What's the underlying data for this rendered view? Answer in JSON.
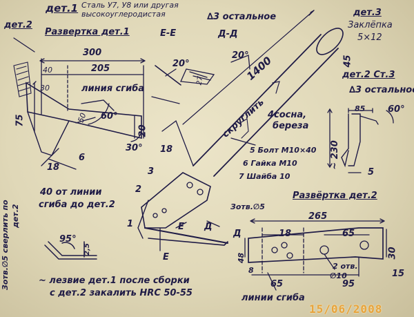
{
  "header": {
    "part1_title": "дет.1",
    "part1_material_a": "Сталь У7, У8 или другая",
    "part1_material_b": "высокоуглеродистая",
    "part2_label_left": "дет.2",
    "blank1_title": "Развертка дет.1",
    "section_ee": "Е-Е",
    "surface_note": "∆3 остальное",
    "section_dd": "Д-Д",
    "part3_title": "дет.3",
    "part3_name": "Заклёпка",
    "part3_size": "5×12",
    "part2_title": "дет.2 Ст.3",
    "part2_surface": "∆3 остальное"
  },
  "blank1": {
    "dim_300": "300",
    "dim_205": "205",
    "dim_40": "40",
    "dim_30": "30",
    "dim_75": "75",
    "dim_20": "20",
    "dim_50": "50",
    "dim_6": "6",
    "dim_18": "18",
    "angle_60": "60°",
    "angle_30": "30°",
    "bend_line": "линия сгиба",
    "note_a": "40 от линии",
    "note_b": "сгиба до дет.2"
  },
  "sections": {
    "angle_20a": "20°",
    "angle_20b": "20°",
    "dim_27": "27",
    "dim_18": "18"
  },
  "assembly": {
    "length_1400": "1400",
    "round": "скруглить",
    "dim_45": "45",
    "wood_a": "4сосна,",
    "wood_b": "береза",
    "item5": "5 Болт М10×40",
    "item6": "6 Гайка М10",
    "item7": "7 Шайба 10",
    "n1": "1",
    "n2": "2",
    "n3": "3",
    "e1": "Е",
    "e2": "Е",
    "d1": "Д",
    "d2": "Д"
  },
  "part2_side": {
    "dim_85": "85",
    "dim_230": "~ 230",
    "dim_5": "5",
    "angle_60": "60°"
  },
  "blank2": {
    "title": "Развёртка дет.2",
    "hole_note": "Зотв.∅5",
    "dim_265": "265",
    "dim_18": "18",
    "dim_65a": "65",
    "dim_30": "30",
    "dim_48": "48",
    "dim_8": "8",
    "dim_65b": "65",
    "dim_95": "95",
    "dim_15": "15",
    "holes2": "2 отв.",
    "holes2_d": "∅10",
    "bend_lines": "линии сгиба"
  },
  "small_detail": {
    "angle_95": "95°",
    "dim_2_5": "2,5",
    "vertical_note_a": "Зотв.∅5 сверлить по",
    "vertical_note_b": "дет.2"
  },
  "footer": {
    "note_a": "~ лезвие дет.1 после сборки",
    "note_b": "с дет.2 закалить HRC 50-55",
    "date_stamp": "15/06/2008"
  }
}
